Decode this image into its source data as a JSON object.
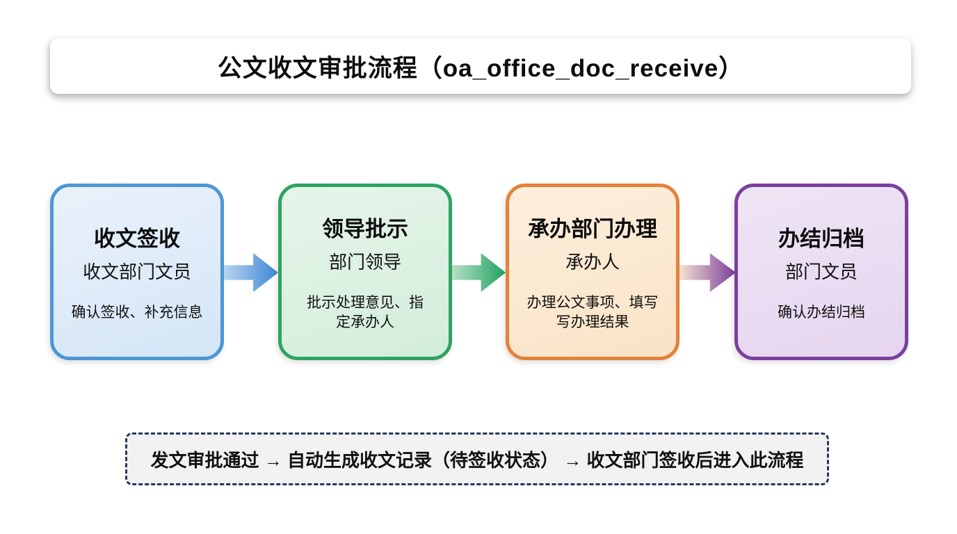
{
  "title": "公文收文审批流程（oa_office_doc_receive）",
  "steps": [
    {
      "name": "收文签收",
      "role": "收文部门文员",
      "desc": "确认签收、补充信息",
      "colors": {
        "border": "#4D96D6",
        "bg1": "#EAF2FB",
        "bg2": "#D4E5F6"
      }
    },
    {
      "name": "领导批示",
      "role": "部门领导",
      "desc": "批示处理意见、指\n定承办人",
      "colors": {
        "border": "#2EA461",
        "bg1": "#E6F5EA",
        "bg2": "#D3EDDB"
      }
    },
    {
      "name": "承办部门办理",
      "role": "承办人",
      "desc": "办理公文事项、填写\n写办理结果",
      "colors": {
        "border": "#E3823A",
        "bg1": "#FCEFDD",
        "bg2": "#FAE3C6"
      }
    },
    {
      "name": "办结归档",
      "role": "部门文员",
      "desc": "确认办结归档",
      "colors": {
        "border": "#7B3FA0",
        "bg1": "#EFE5F5",
        "bg2": "#E5D5EF"
      }
    }
  ],
  "arrows": [
    {
      "from": "收文签收",
      "to": "领导批示",
      "color_start": "#B9D4F0",
      "color_end": "#3C86D5"
    },
    {
      "from": "领导批示",
      "to": "承办部门办理",
      "color_start": "#B6DFC6",
      "color_end": "#22A261"
    },
    {
      "from": "承办部门办理",
      "to": "办结归档",
      "color_start": "#F4E2CF",
      "color_end": "#7A3E9C"
    }
  ],
  "footer": {
    "text": "发文审批通过 → 自动生成收文记录（待签收状态） → 收文部门签收后进入此流程",
    "border_color": "#26365E",
    "bg_color": "#F2F2F2"
  }
}
